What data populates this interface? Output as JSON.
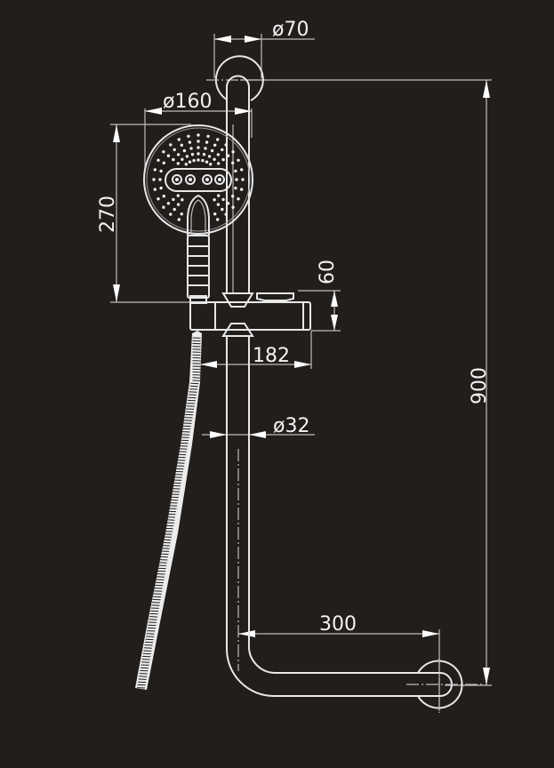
{
  "drawing": {
    "title": "Shower rail set with hand shower — dimension drawing",
    "background_color": "#221e1c",
    "line_color": "#e8e8e8",
    "dimensions": {
      "wall_flange_diameter": "ø70",
      "hand_shower_diameter": "ø160",
      "hand_shower_height": "270",
      "holder_height": "60",
      "holder_projection": "182",
      "rail_diameter": "ø32",
      "total_height": "900",
      "bottom_arm_length": "300"
    },
    "components": [
      "top-wall-flange",
      "vertical-rail",
      "hand-shower-head",
      "hand-shower-handle",
      "slide-holder",
      "shower-hose",
      "bottom-elbow-arm",
      "bottom-wall-flange"
    ]
  }
}
